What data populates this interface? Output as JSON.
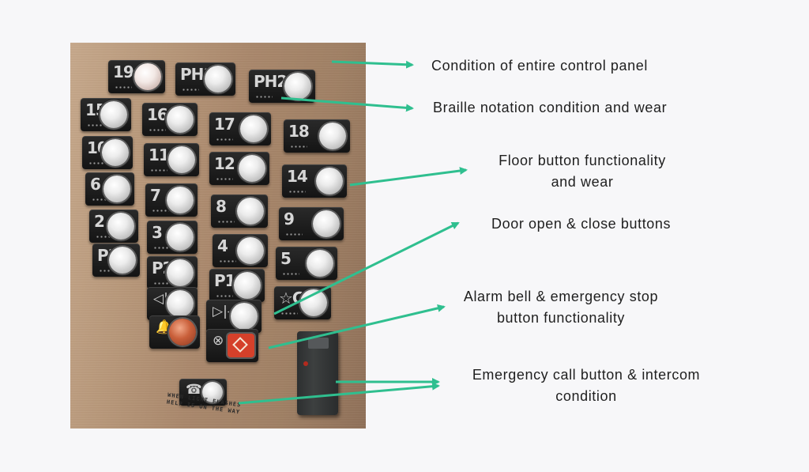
{
  "panel": {
    "floor_rows": [
      [
        {
          "label": "19",
          "lit": true
        },
        {
          "label": "PH1"
        },
        {
          "label": "PH2"
        }
      ],
      [
        {
          "label": "15"
        },
        {
          "label": "16"
        },
        {
          "label": "17"
        },
        {
          "label": "18"
        }
      ],
      [
        {
          "label": "10"
        },
        {
          "label": "11"
        },
        {
          "label": "12"
        },
        {
          "label": "14"
        }
      ],
      [
        {
          "label": "6"
        },
        {
          "label": "7"
        },
        {
          "label": "8"
        },
        {
          "label": "9"
        }
      ],
      [
        {
          "label": "2"
        },
        {
          "label": "3"
        },
        {
          "label": "4"
        },
        {
          "label": "5"
        }
      ],
      [
        {
          "label": "P3"
        },
        {
          "label": "P2"
        },
        {
          "label": "P1"
        },
        {
          "label": "☆G"
        }
      ]
    ],
    "door_open_symbol": "◁|▷",
    "door_close_symbol": "▷|◁",
    "alarm_symbol": "🔔",
    "stop_symbol": "⊗",
    "call_note": "WHEN LIGHT FLASHES HELP IS ON THE WAY"
  },
  "annotations": {
    "control_panel": "Condition of entire control panel",
    "braille": "Braille notation condition and wear",
    "floor_buttons_line1": "Floor button functionality",
    "floor_buttons_line2": "and wear",
    "door_buttons": "Door open & close buttons",
    "alarm_line1": "Alarm bell & emergency stop",
    "alarm_line2": "button functionality",
    "emergency_call_line1": "Emergency call button & intercom",
    "emergency_call_line2": "condition"
  },
  "colors": {
    "arrow": "#2fbf8f",
    "background": "#f7f7f9",
    "panel_steel": "#b8987a"
  }
}
